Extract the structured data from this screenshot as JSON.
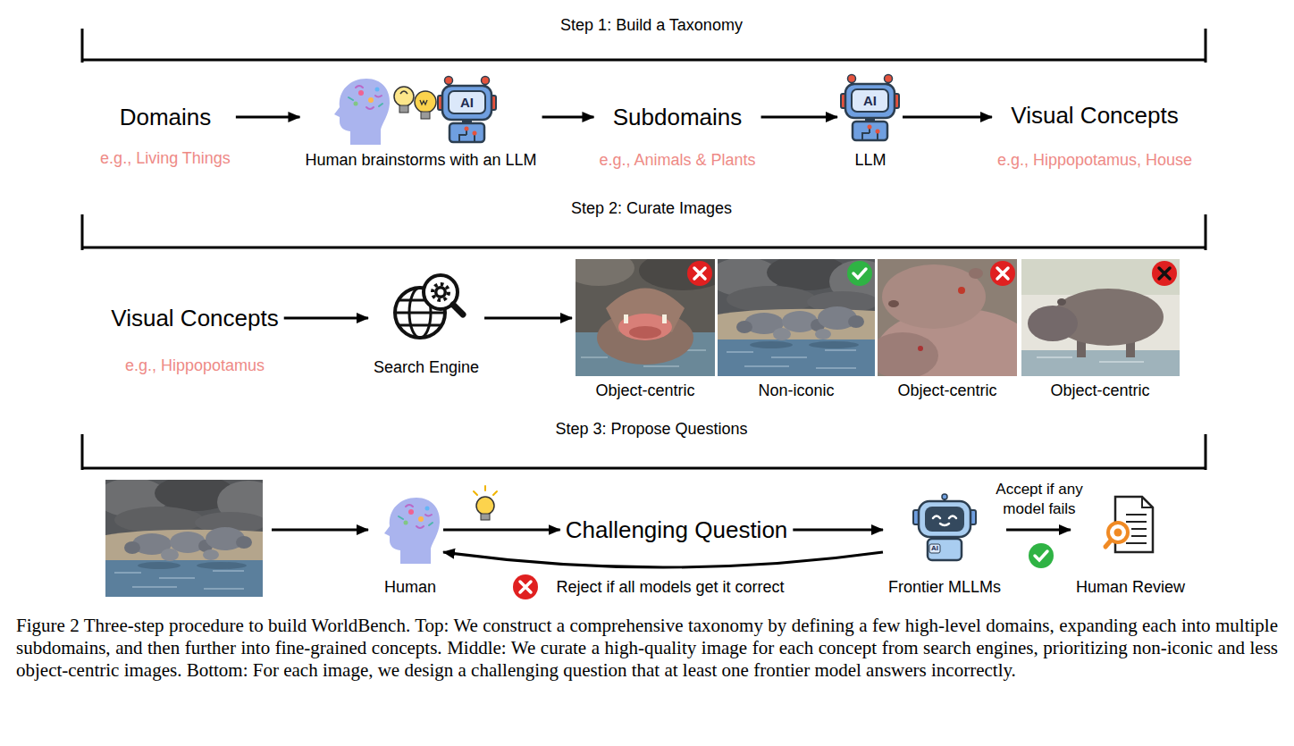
{
  "diagram": {
    "caption": "Figure 2 Three-step procedure to build WorldBench. Top: We construct a comprehensive taxonomy by defining a few high-level domains, expanding each into multiple subdomains, and then further into fine-grained concepts. Middle: We curate a high-quality image for each concept from search engines, prioritizing non-iconic and less object-centric images. Bottom: For each image, we design a challenging question that at least one frontier model answers incorrectly.",
    "nodes": [
      {
        "text": [
          "Domains",
          "e.g., Living Things"
        ]
      },
      {
        "text": [
          "Human brainstorms with an LLM"
        ]
      },
      {
        "text": [
          "Subdomains",
          "e.g., Animals & Plants"
        ]
      },
      {
        "text": [
          "LLM"
        ]
      },
      {
        "text": [
          "Visual Concepts",
          "e.g., Hippopotamus, House"
        ]
      },
      {
        "text": [
          "Visual Concepts",
          "e.g., Hippopotamus"
        ]
      },
      {
        "text": [
          "Search Engine"
        ]
      },
      {
        "text": [
          "Object-centric"
        ]
      },
      {
        "text": [
          "Non-iconic"
        ]
      },
      {
        "text": [
          "Object-centric"
        ]
      },
      {
        "text": [
          "Object-centric"
        ]
      },
      {
        "text": [
          "Human"
        ]
      },
      {
        "text": [
          "Challenging Question"
        ]
      },
      {
        "text": [
          "Frontier MLLMs"
        ]
      },
      {
        "text": [
          "Human Review"
        ]
      }
    ],
    "edges": [
      {
        "from": 0,
        "to": 1,
        "arrow": "to"
      },
      {
        "from": 1,
        "to": 2,
        "arrow": "to"
      },
      {
        "from": 2,
        "to": 3,
        "arrow": "to"
      },
      {
        "from": 3,
        "to": 4,
        "arrow": "to"
      },
      {
        "from": 5,
        "to": 6,
        "arrow": "to"
      },
      {
        "from": 6,
        "to": 7,
        "arrow": "to"
      },
      {
        "from": 11,
        "to": 12,
        "arrow": "to"
      },
      {
        "from": 12,
        "to": 13,
        "arrow": "to"
      },
      {
        "from": 13,
        "to": 14,
        "arrow": "to",
        "label": "Accept if any model fails"
      },
      {
        "from": 13,
        "to": 11,
        "arrow": "to",
        "label": "Reject if all models get it correct"
      }
    ],
    "labels": [
      "Step 1: Build a Taxonomy",
      "Step 2: Curate Images",
      "Step 3: Propose Questions",
      "AI",
      "AI",
      "AI"
    ]
  }
}
